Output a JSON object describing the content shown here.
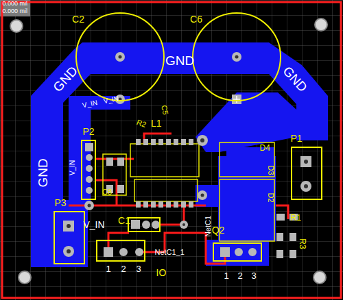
{
  "diagram": {
    "nodes": [
      {
        "text": [
          "C2"
        ]
      },
      {
        "text": [
          "C6"
        ]
      },
      {
        "text": [
          "P2"
        ]
      },
      {
        "text": [
          "P1"
        ]
      },
      {
        "text": [
          "P3"
        ]
      },
      {
        "text": [
          "C1"
        ]
      },
      {
        "text": [
          "IO"
        ]
      },
      {
        "text": [
          "Q2"
        ]
      }
    ],
    "labels": [
      "0.000 mil",
      "0.000 mil",
      "GND",
      "GND",
      "GND",
      "GND",
      "V_IN",
      "V_IN",
      "V_IN",
      "V_IN",
      "L1",
      "C5",
      "R2",
      "C8",
      "D4",
      "D3",
      "D2",
      "R1",
      "R3",
      "NetC1_1",
      "NetC1",
      "1",
      "2",
      "3",
      "1",
      "2",
      "3"
    ]
  }
}
